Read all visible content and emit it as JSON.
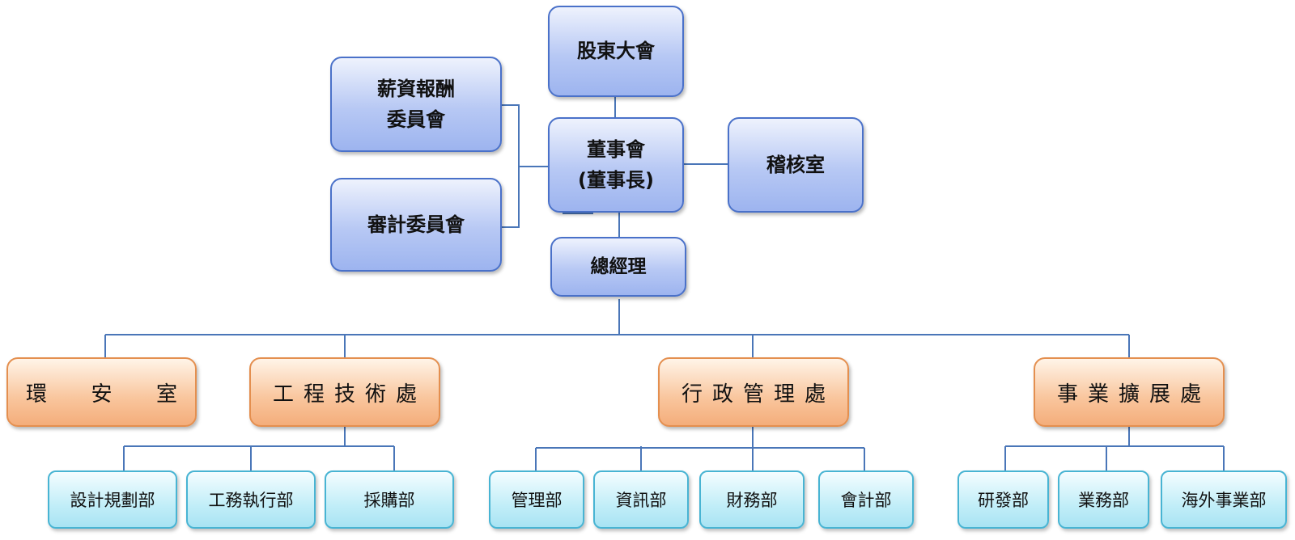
{
  "board_units": {
    "shareholders": "股東大會",
    "board": "董事會\n(董事長)",
    "compensation_committee": "薪資報酬\n委員會",
    "audit_committee": "審計委員會",
    "audit_office": "稽核室",
    "general_manager": "總經理"
  },
  "divisions": {
    "env_safety": [
      "環",
      "安",
      "室"
    ],
    "engineering": "工程技術處",
    "administration": "行政管理處",
    "business_expansion": "事業擴展處"
  },
  "departments": {
    "engineering": [
      "設計規劃部",
      "工務執行部",
      "採購部"
    ],
    "administration": [
      "管理部",
      "資訊部",
      "財務部",
      "會計部"
    ],
    "business_expansion": [
      "研發部",
      "業務部",
      "海外事業部"
    ]
  },
  "colors": {
    "connector": "#4a76b8",
    "level1": "#b7c8f4",
    "level2": "#f9c59c",
    "level3": "#c2eef8"
  }
}
